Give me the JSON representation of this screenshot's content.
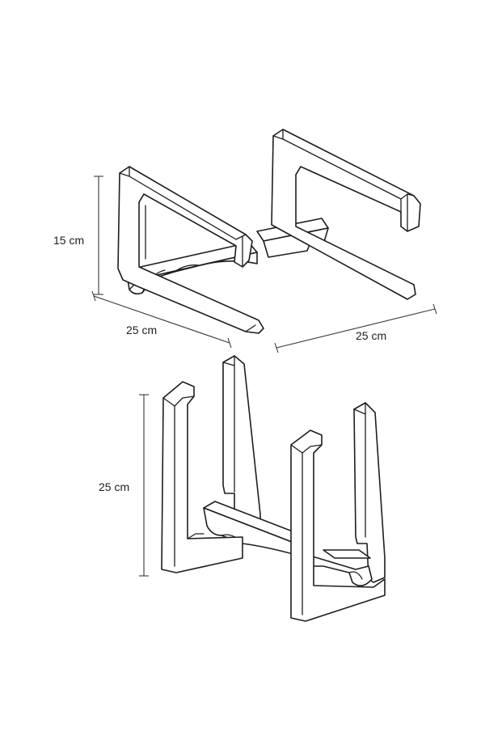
{
  "figure": {
    "name": "laptop stand dimension drawing",
    "line_color": "#1e1e1e",
    "background": "#ffffff"
  },
  "views": {
    "flat": {
      "height_label": "15 cm",
      "depth_label": "25 cm",
      "width_label": "25 cm"
    },
    "upright": {
      "height_label": "25 cm"
    }
  }
}
